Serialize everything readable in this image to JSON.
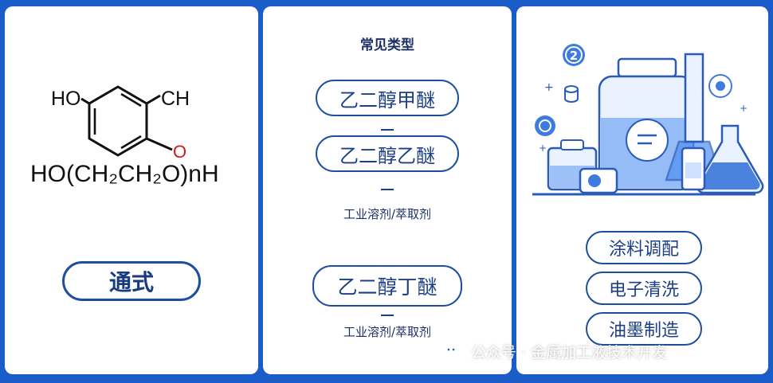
{
  "formula": {
    "ho_left": "HO",
    "ch_right": "CH",
    "o_red": "O",
    "chain": "HO(CH₂CH₂O)nH",
    "general_label": "通式"
  },
  "types": {
    "heading": "常见类型",
    "item1": "乙二醇甲醚",
    "item2": "乙二醇乙醚",
    "use1": "工业溶剂/萃取剂",
    "item3": "乙二醇丁醚",
    "use2": "工业溶剂/萃取剂"
  },
  "applications": {
    "badge_number": "2",
    "items": [
      "涂料调配",
      "电子清洗",
      "油墨制造"
    ]
  },
  "watermark": {
    "text": "公众号 · 金属加工液技术开发"
  },
  "colors": {
    "background": "#1a5cc8",
    "pill_border": "#1d4f9e",
    "pill_text": "#1c3f86",
    "oxygen_red": "#cc1a1a"
  }
}
